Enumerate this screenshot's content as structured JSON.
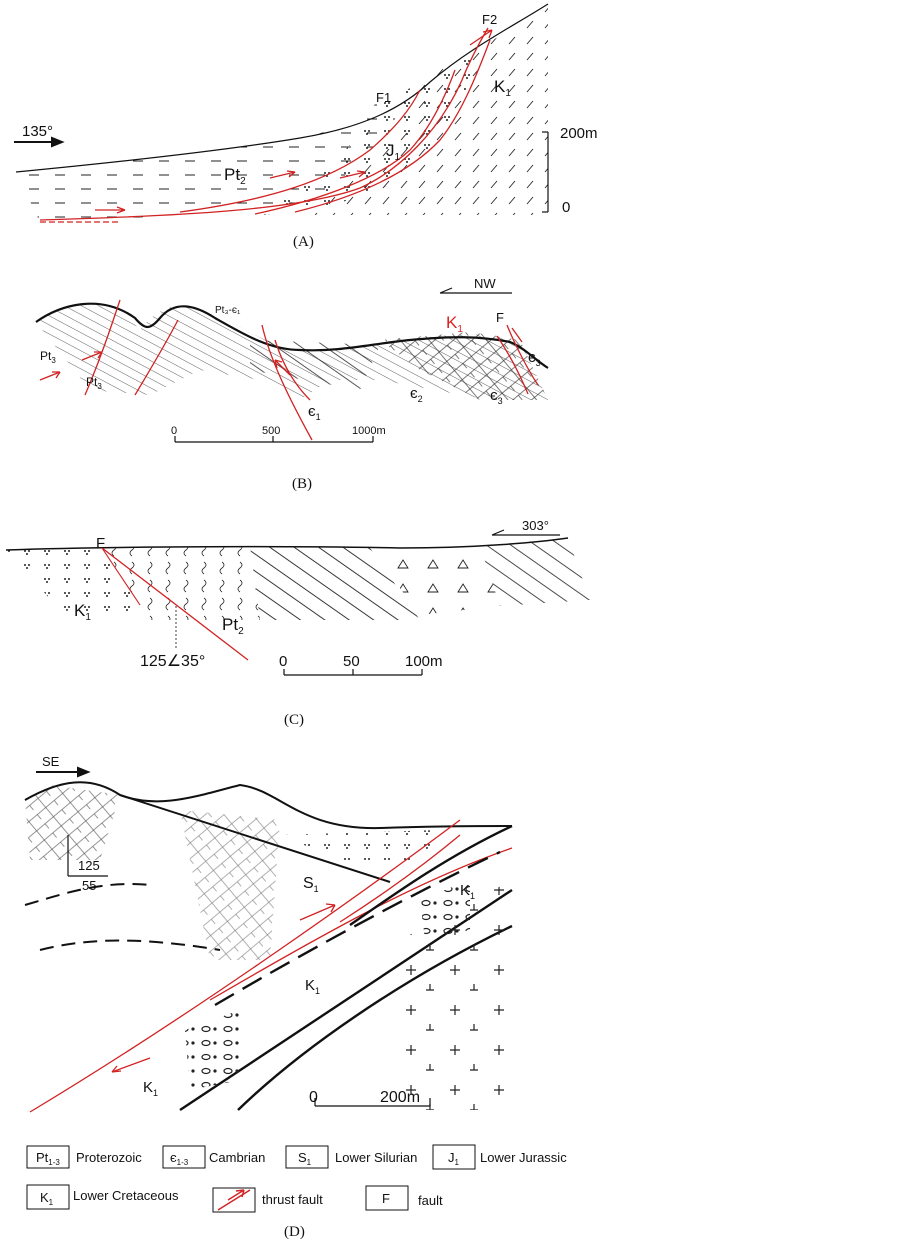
{
  "panel_a": {
    "caption": "(A)",
    "direction": "135°",
    "faults": [
      "F1",
      "F2"
    ],
    "units": {
      "k1": "K",
      "k1_sub": "1",
      "j": "J",
      "j_sub": "1",
      "pt": "Pt",
      "pt_sub": "2"
    },
    "scale": {
      "top": "200m",
      "bottom": "0"
    }
  },
  "panel_b": {
    "caption": "(B)",
    "direction": "NW",
    "units": {
      "pt3a": "Pt",
      "pt3a_sub": "3",
      "pt3b": "Pt",
      "pt3b_sub": "3",
      "pt3e1": "Pt₃-є₁",
      "k1": "K",
      "k1_sub": "1",
      "fault": "F",
      "e3a": "є",
      "e3a_sub": "3",
      "e1": "є",
      "e1_sub": "1",
      "e2": "є",
      "e2_sub": "2",
      "e3b": "є",
      "e3b_sub": "3"
    },
    "scale": [
      "0",
      "500",
      "1000m"
    ]
  },
  "panel_c": {
    "caption": "(C)",
    "direction": "303°",
    "fault": "F",
    "units": {
      "k1": "K",
      "k1_sub": "1",
      "pt": "Pt",
      "pt_sub": "2"
    },
    "attitude": "125∠35°",
    "scale": [
      "0",
      "50",
      "100m"
    ]
  },
  "panel_d": {
    "caption": "(D)",
    "direction": "SE",
    "attitude_top": "125",
    "attitude_bottom": "55",
    "units": {
      "s1": "S",
      "s1_sub": "1",
      "k1a": "K",
      "k1a_sub": "1",
      "k1b": "K",
      "k1b_sub": "1",
      "k1c": "K",
      "k1c_sub": "1"
    },
    "scale": [
      "0",
      "200m"
    ]
  },
  "legend": [
    {
      "symbol": "Pt",
      "symbol_sub": "1-3",
      "label": "Proterozoic"
    },
    {
      "symbol": "є",
      "symbol_sub": "1-3",
      "label": "Cambrian"
    },
    {
      "symbol": "S",
      "symbol_sub": "1",
      "label": "Lower Silurian"
    },
    {
      "symbol": "J",
      "symbol_sub": "1",
      "label": "Lower Jurassic"
    },
    {
      "symbol": "K",
      "symbol_sub": "1",
      "label": "Lower Cretaceous"
    },
    {
      "symbol": "thrust-fault-icon",
      "label": "thrust fault"
    },
    {
      "symbol": "F",
      "label": "fault"
    }
  ],
  "colors": {
    "fault": "#d22222",
    "line": "#111111"
  }
}
